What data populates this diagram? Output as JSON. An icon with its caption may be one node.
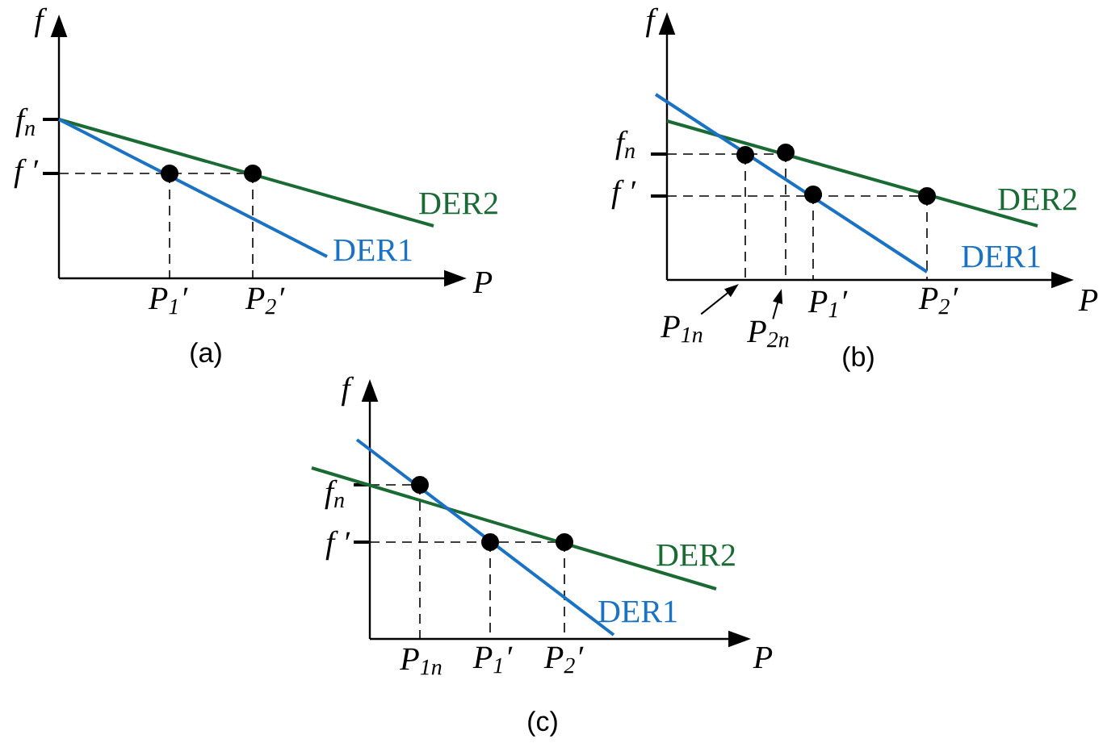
{
  "diagram": {
    "nodes": [
      {
        "text": [
          "P$_{1n}$"
        ]
      },
      {
        "text": [
          "P$_{2n}$"
        ]
      }
    ],
    "edges": [
      {
        "from": 0,
        "to": null,
        "arrow": "to"
      },
      {
        "from": 1,
        "to": null,
        "arrow": "to"
      }
    ],
    "labels": [
      "f",
      "f$_{n}$",
      "f ′",
      "DER2",
      "DER1",
      "P",
      "P$_{1}$′",
      "P$_{2}$′",
      "(a)",
      "f",
      "f$_{n}$",
      "f ′",
      "DER2",
      "DER1",
      "P",
      "P$_{1}$′",
      "P$_{2}$′",
      "(b)",
      "f",
      "f$_{n}$",
      "f ′",
      "DER2",
      "DER1",
      "P",
      "P$_{1n}$",
      "P$_{1}$′",
      "P$_{2}$′",
      "(c)"
    ]
  }
}
